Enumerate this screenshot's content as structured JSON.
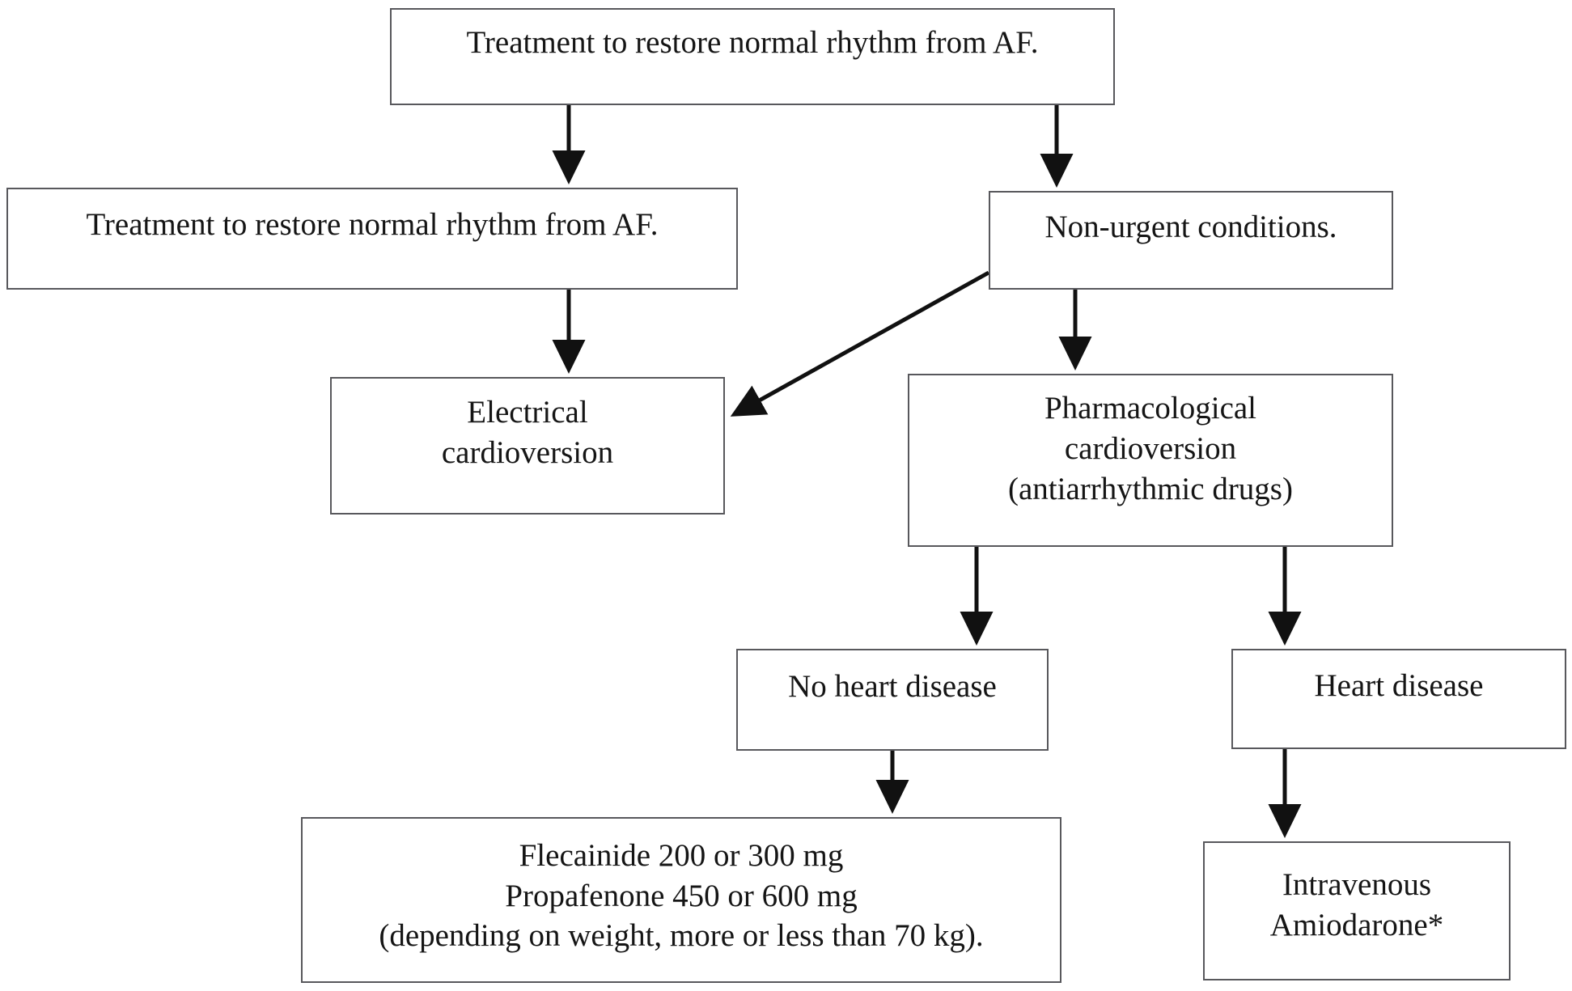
{
  "diagram": {
    "title": "Treatment to restore normal rhythm from AF flowchart",
    "colors": {
      "box_border": "#58585c",
      "box_fill": "#ffffff",
      "text": "#151515",
      "arrow": "#111111",
      "background": "#ffffff"
    },
    "nodes": [
      {
        "id": "root",
        "label": "Treatment to restore normal rhythm from AF.",
        "level": 0
      },
      {
        "id": "urgent",
        "label": "Treatment to restore normal rhythm from AF.",
        "level": 1
      },
      {
        "id": "nonurgent",
        "label": "Non-urgent conditions.",
        "level": 1
      },
      {
        "id": "electrical",
        "label": "Electrical\ncardioversion",
        "level": 2
      },
      {
        "id": "pharma",
        "label": "Pharmacological\ncardioversion\n(antiarrhythmic drugs)",
        "level": 2
      },
      {
        "id": "noheart",
        "label": "No heart disease",
        "level": 3
      },
      {
        "id": "heart",
        "label": "Heart disease",
        "level": 3
      },
      {
        "id": "drugs",
        "label": "Flecainide 200 or 300 mg\nPropafenone 450 or 600 mg\n(depending on weight, more or less than 70 kg).",
        "level": 4
      },
      {
        "id": "amio",
        "label": "Intravenous\nAmiodarone*",
        "level": 4
      }
    ],
    "edges": [
      {
        "id": "root-urgent",
        "from": "root",
        "to": "urgent",
        "style": "vertical-arrow"
      },
      {
        "id": "root-nonurgent",
        "from": "root",
        "to": "nonurgent",
        "style": "vertical-arrow"
      },
      {
        "id": "urgent-electrical",
        "from": "urgent",
        "to": "electrical",
        "style": "vertical-arrow"
      },
      {
        "id": "nonurgent-electrical",
        "from": "nonurgent",
        "to": "electrical",
        "style": "diagonal-arrow"
      },
      {
        "id": "nonurgent-pharma",
        "from": "nonurgent",
        "to": "pharma",
        "style": "vertical-arrow"
      },
      {
        "id": "pharma-noheart",
        "from": "pharma",
        "to": "noheart",
        "style": "vertical-arrow"
      },
      {
        "id": "pharma-heart",
        "from": "pharma",
        "to": "heart",
        "style": "vertical-arrow"
      },
      {
        "id": "noheart-drugs",
        "from": "noheart",
        "to": "drugs",
        "style": "vertical-arrow"
      },
      {
        "id": "heart-amio",
        "from": "heart",
        "to": "amio",
        "style": "vertical-arrow"
      }
    ]
  }
}
